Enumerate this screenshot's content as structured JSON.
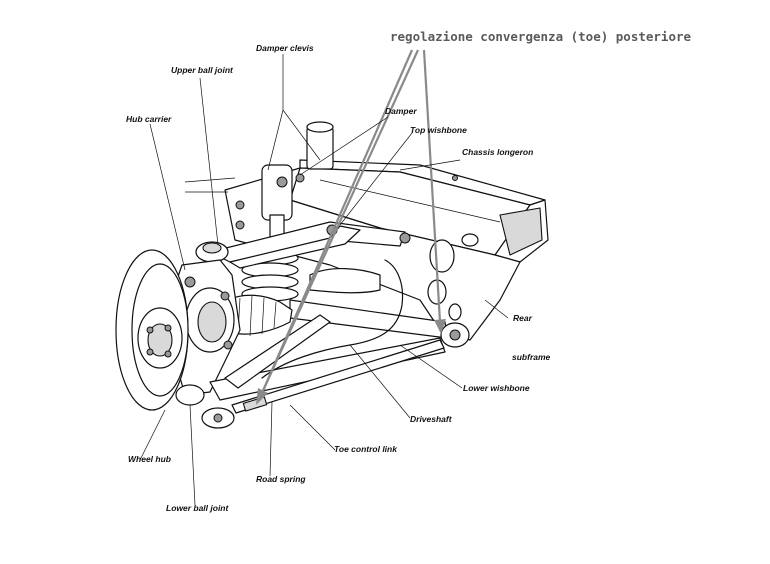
{
  "title": "regolazione convergenza (toe) posteriore",
  "labels": {
    "damper_clevis": "Damper clevis",
    "upper_ball_joint": "Upper ball joint",
    "hub_carrier": "Hub carrier",
    "damper": "Damper",
    "top_wishbone": "Top wishbone",
    "chassis_longeron": "Chassis longeron",
    "rear_subframe_line1": "Rear",
    "rear_subframe_line2": "subframe",
    "lower_wishbone": "Lower wishbone",
    "driveshaft": "Driveshaft",
    "toe_control_link": "Toe control link",
    "wheel_hub": "Wheel hub",
    "road_spring": "Road spring",
    "lower_ball_joint": "Lower ball joint"
  },
  "colors": {
    "ink": "#111111",
    "title": "#5a5a5a",
    "arrow": "#8a8a8a"
  }
}
